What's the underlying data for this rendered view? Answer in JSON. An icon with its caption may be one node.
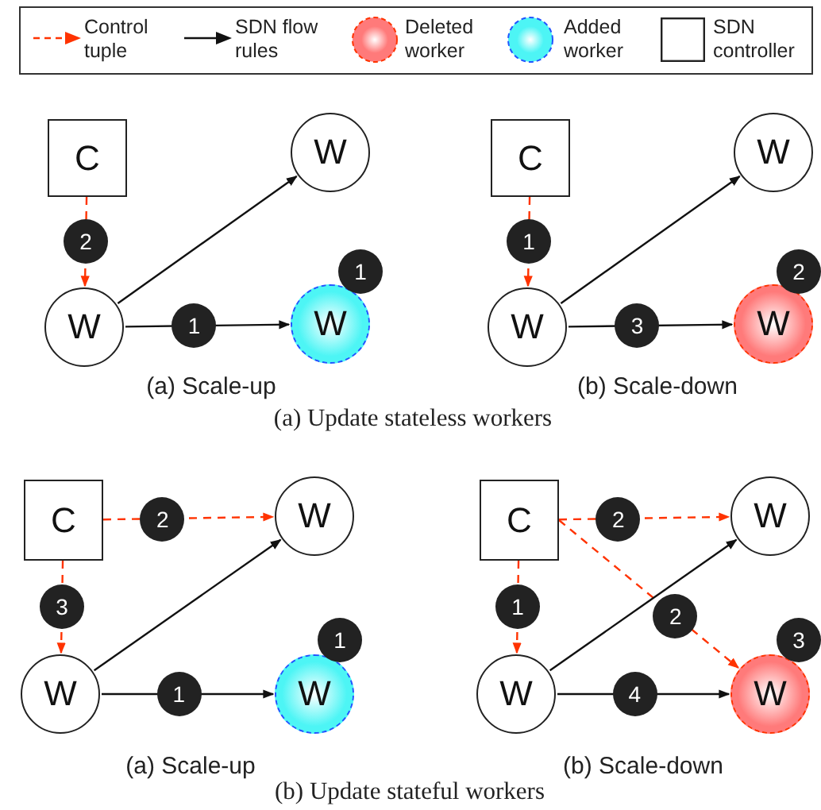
{
  "diagram": {
    "nodes": [
      {
        "text": [
          "C"
        ]
      },
      {
        "text": [
          "W"
        ]
      },
      {
        "text": [
          "W"
        ]
      },
      {
        "text": [
          "W"
        ],
        "beside": [
          "1"
        ]
      },
      {
        "text": [
          "C"
        ]
      },
      {
        "text": [
          "W"
        ]
      },
      {
        "text": [
          "W"
        ]
      },
      {
        "text": [
          "W"
        ],
        "beside": [
          "2"
        ]
      },
      {
        "text": [
          "C"
        ]
      },
      {
        "text": [
          "W"
        ]
      },
      {
        "text": [
          "W"
        ]
      },
      {
        "text": [
          "W"
        ],
        "beside": [
          "1"
        ]
      },
      {
        "text": [
          "C"
        ]
      },
      {
        "text": [
          "W"
        ]
      },
      {
        "text": [
          "W"
        ]
      },
      {
        "text": [
          "W"
        ],
        "beside": [
          "3"
        ]
      }
    ],
    "edges": [
      {
        "from": 0,
        "to": 2,
        "arrow": "to",
        "label": "2",
        "style": "dashed",
        "color": "#ff3300"
      },
      {
        "from": 2,
        "to": 1,
        "arrow": "to"
      },
      {
        "from": 2,
        "to": 3,
        "arrow": "to",
        "label": "1"
      },
      {
        "from": 4,
        "to": 6,
        "arrow": "to",
        "label": "1",
        "style": "dashed",
        "color": "#ff3300"
      },
      {
        "from": 6,
        "to": 5,
        "arrow": "to"
      },
      {
        "from": 6,
        "to": 7,
        "arrow": "to",
        "label": "3"
      },
      {
        "from": 8,
        "to": 9,
        "arrow": "to",
        "label": "2",
        "style": "dashed",
        "color": "#ff3300"
      },
      {
        "from": 8,
        "to": 10,
        "arrow": "to",
        "label": "3",
        "style": "dashed",
        "color": "#ff3300"
      },
      {
        "from": 10,
        "to": 9,
        "arrow": "to"
      },
      {
        "from": 10,
        "to": 11,
        "arrow": "to",
        "label": "1"
      },
      {
        "from": 12,
        "to": 13,
        "arrow": "to",
        "label": "2",
        "style": "dashed",
        "color": "#ff3300"
      },
      {
        "from": 12,
        "to": 15,
        "arrow": "to",
        "label": "2",
        "style": "dashed",
        "color": "#ff3300"
      },
      {
        "from": 12,
        "to": 14,
        "arrow": "to",
        "label": "1",
        "style": "dashed",
        "color": "#ff3300"
      },
      {
        "from": 14,
        "to": 13,
        "arrow": "to"
      },
      {
        "from": 14,
        "to": 15,
        "arrow": "to",
        "label": "4"
      }
    ],
    "labels": [
      "(a) Scale-up",
      "(b) Scale-down",
      "(a)  Update stateless workers",
      "(a) Scale-up",
      "(b) Scale-down",
      "(b)  Update stateful workers"
    ],
    "legend": [
      {
        "text": "Control tuple"
      },
      {
        "text": "SDN flow rules"
      },
      {
        "text": "Deleted worker",
        "color": "#ff7a7a"
      },
      {
        "text": "Added worker",
        "color": "#4df5f5"
      },
      {
        "text": "SDN controller"
      }
    ]
  }
}
